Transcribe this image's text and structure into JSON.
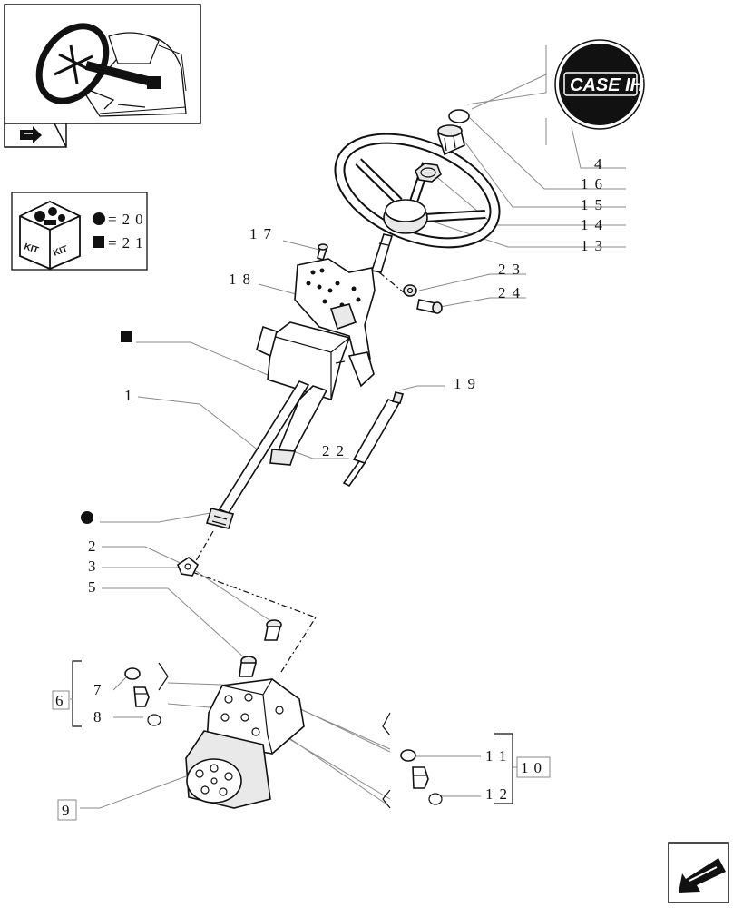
{
  "brand_logo_text": "CASE IH",
  "kit_box_label": "KIT",
  "legend": [
    {
      "symbol": "circle",
      "text": "=20"
    },
    {
      "symbol": "square",
      "text": "=21"
    }
  ],
  "callouts": {
    "c1": "1",
    "c2": "2",
    "c3": "3",
    "c4": "4",
    "c5": "5",
    "c6": "6",
    "c7": "7",
    "c8": "8",
    "c9": "9",
    "c10": "10",
    "c11": "11",
    "c12": "12",
    "c13": "13",
    "c14": "14",
    "c15": "15",
    "c16": "16",
    "c17": "17",
    "c18": "18",
    "c19": "19",
    "c22": "22",
    "c23": "23",
    "c24": "24"
  },
  "colors": {
    "line": "#111111",
    "leader": "#8a8a8a",
    "logo_bg": "#111111",
    "logo_text": "#ffffff"
  },
  "icons": {
    "thumbnail": "tractor-cab-steering-wheel-icon",
    "thumbnail_nav": "navigate-arrow-icon",
    "next_page": "next-page-arrow-icon",
    "kit": "parts-kit-box-icon"
  }
}
